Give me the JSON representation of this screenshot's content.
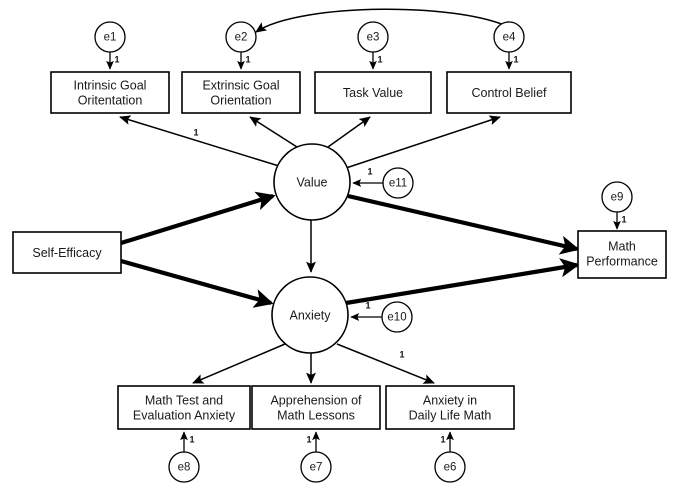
{
  "diagram": {
    "type": "structural-equation-model-path-diagram",
    "background_color": "#ffffff",
    "stroke_color": "#000000",
    "observed_variables": [
      {
        "id": "intrinsic_goal",
        "label_line1": "Intrinsic Goal",
        "label_line2": "Oritentation",
        "shape": "rectangle"
      },
      {
        "id": "extrinsic_goal",
        "label_line1": "Extrinsic Goal",
        "label_line2": "Orientation",
        "shape": "rectangle"
      },
      {
        "id": "task_value",
        "label_line1": "Task Value",
        "label_line2": "",
        "shape": "rectangle"
      },
      {
        "id": "control_belief",
        "label_line1": "Control Belief",
        "label_line2": "",
        "shape": "rectangle"
      },
      {
        "id": "self_efficacy",
        "label_line1": "Self-Efficacy",
        "label_line2": "",
        "shape": "rectangle"
      },
      {
        "id": "math_performance",
        "label_line1": "Math",
        "label_line2": "Performance",
        "shape": "rectangle"
      },
      {
        "id": "math_test_anxiety",
        "label_line1": "Math Test and",
        "label_line2": "Evaluation Anxiety",
        "shape": "rectangle"
      },
      {
        "id": "apprehension_lessons",
        "label_line1": "Apprehension of",
        "label_line2": "Math Lessons",
        "shape": "rectangle"
      },
      {
        "id": "daily_life_math",
        "label_line1": "Anxiety in",
        "label_line2": "Daily Life Math",
        "shape": "rectangle"
      }
    ],
    "latent_variables": [
      {
        "id": "value",
        "label": "Value",
        "shape": "circle"
      },
      {
        "id": "anxiety",
        "label": "Anxiety",
        "shape": "circle"
      }
    ],
    "error_terms": [
      {
        "id": "e1",
        "label": "e1",
        "target": "intrinsic_goal",
        "weight": "1"
      },
      {
        "id": "e2",
        "label": "e2",
        "target": "extrinsic_goal",
        "weight": "1"
      },
      {
        "id": "e3",
        "label": "e3",
        "target": "task_value",
        "weight": "1"
      },
      {
        "id": "e4",
        "label": "e4",
        "target": "control_belief",
        "weight": "1"
      },
      {
        "id": "e6",
        "label": "e6",
        "target": "daily_life_math",
        "weight": "1"
      },
      {
        "id": "e7",
        "label": "e7",
        "target": "apprehension_lessons",
        "weight": "1"
      },
      {
        "id": "e8",
        "label": "e8",
        "target": "math_test_anxiety",
        "weight": "1"
      },
      {
        "id": "e9",
        "label": "e9",
        "target": "math_performance",
        "weight": "1"
      },
      {
        "id": "e10",
        "label": "e10",
        "target": "anxiety",
        "weight": "1"
      },
      {
        "id": "e11",
        "label": "e11",
        "target": "value",
        "weight": "1"
      }
    ],
    "path_weights": {
      "value_to_intrinsic": "1",
      "anxiety_to_daily_life": "1",
      "e11_to_value": "1",
      "e10_to_anxiety": "1"
    },
    "covariance": {
      "from": "e2",
      "to": "e4",
      "style": "double-headed-curved-arrow"
    },
    "structural_paths": [
      {
        "from": "self_efficacy",
        "to": "value",
        "weight": ""
      },
      {
        "from": "self_efficacy",
        "to": "anxiety",
        "weight": ""
      },
      {
        "from": "value",
        "to": "math_performance",
        "weight": ""
      },
      {
        "from": "anxiety",
        "to": "math_performance",
        "weight": ""
      },
      {
        "from": "value",
        "to": "anxiety",
        "weight": ""
      }
    ]
  }
}
